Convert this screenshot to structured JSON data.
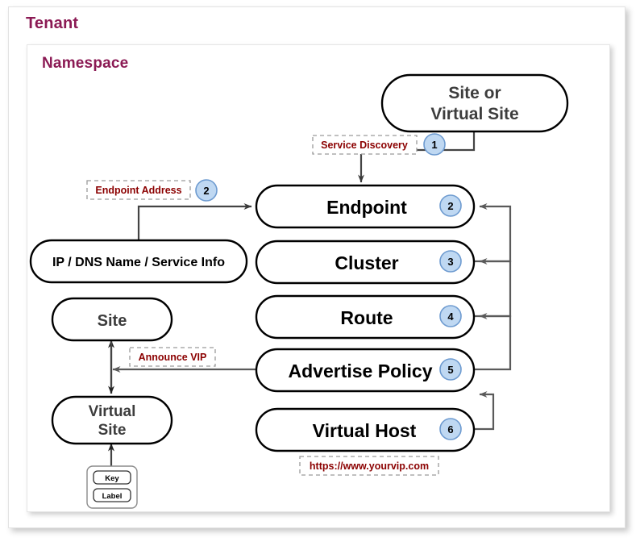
{
  "panels": {
    "tenant_label": "Tenant",
    "namespace_label": "Namespace"
  },
  "colors": {
    "panel_header": "#8B1A54",
    "annotation_text": "#8B0000",
    "badge_fill": "#BFD8F2",
    "badge_stroke": "#6E9BD0",
    "node_stroke": "#000000",
    "connector": "#5a5a5a",
    "node_text_gray": "#3D3D3D",
    "node_text_black": "#000000"
  },
  "nodes": {
    "site_or_virtual_site": {
      "line1": "Site or",
      "line2": "Virtual Site"
    },
    "endpoint": {
      "label": "Endpoint",
      "badge": "2"
    },
    "cluster": {
      "label": "Cluster",
      "badge": "3"
    },
    "route": {
      "label": "Route",
      "badge": "4"
    },
    "advertise_policy": {
      "label": "Advertise Policy",
      "badge": "5"
    },
    "virtual_host": {
      "label": "Virtual Host",
      "badge": "6"
    },
    "ip_dns_service": {
      "label": "IP / DNS Name / Service Info"
    },
    "site": {
      "label": "Site"
    },
    "virtual_site": {
      "line1": "Virtual",
      "line2": "Site"
    }
  },
  "annotations": {
    "service_discovery": {
      "text": "Service Discovery",
      "badge": "1"
    },
    "endpoint_address": {
      "text": "Endpoint Address",
      "badge": "2"
    },
    "announce_vip": {
      "text": "Announce VIP"
    },
    "vip_url": {
      "text": "https://www.yourvip.com"
    }
  },
  "legend": {
    "key_label": "Key",
    "value_label": "Label"
  }
}
